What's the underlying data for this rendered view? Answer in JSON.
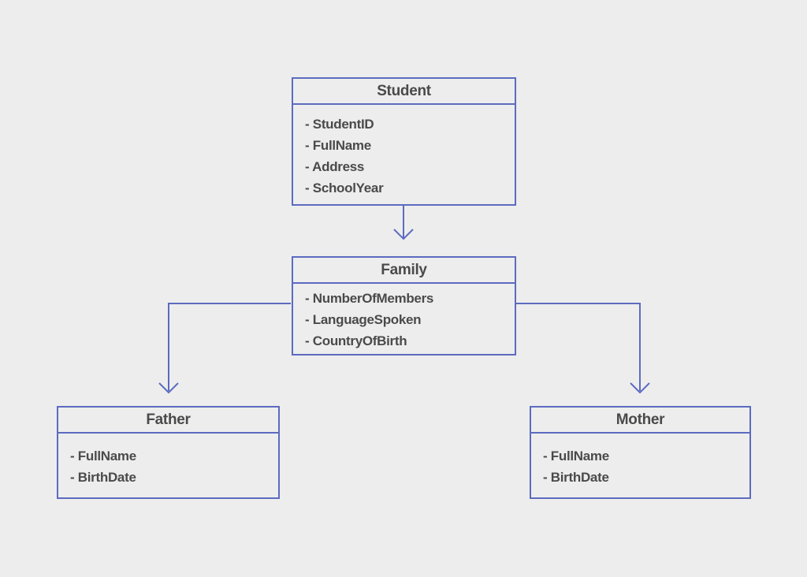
{
  "diagram": {
    "colors": {
      "border": "#5c6bc0",
      "line": "#5c6bc0",
      "text": "#4a4a4a",
      "background": "#ededed"
    },
    "entities": [
      {
        "id": "student",
        "title": "Student",
        "attributes": [
          "- StudentID",
          "- FullName",
          "- Address",
          "- SchoolYear"
        ]
      },
      {
        "id": "family",
        "title": "Family",
        "attributes": [
          "- NumberOfMembers",
          "- LanguageSpoken",
          "- CountryOfBirth"
        ]
      },
      {
        "id": "father",
        "title": "Father",
        "attributes": [
          "- FullName",
          "- BirthDate"
        ]
      },
      {
        "id": "mother",
        "title": "Mother",
        "attributes": [
          "- FullName",
          "- BirthDate"
        ]
      }
    ],
    "relationships": [
      {
        "from": "Student",
        "to": "Family"
      },
      {
        "from": "Family",
        "to": "Father"
      },
      {
        "from": "Family",
        "to": "Mother"
      }
    ]
  }
}
